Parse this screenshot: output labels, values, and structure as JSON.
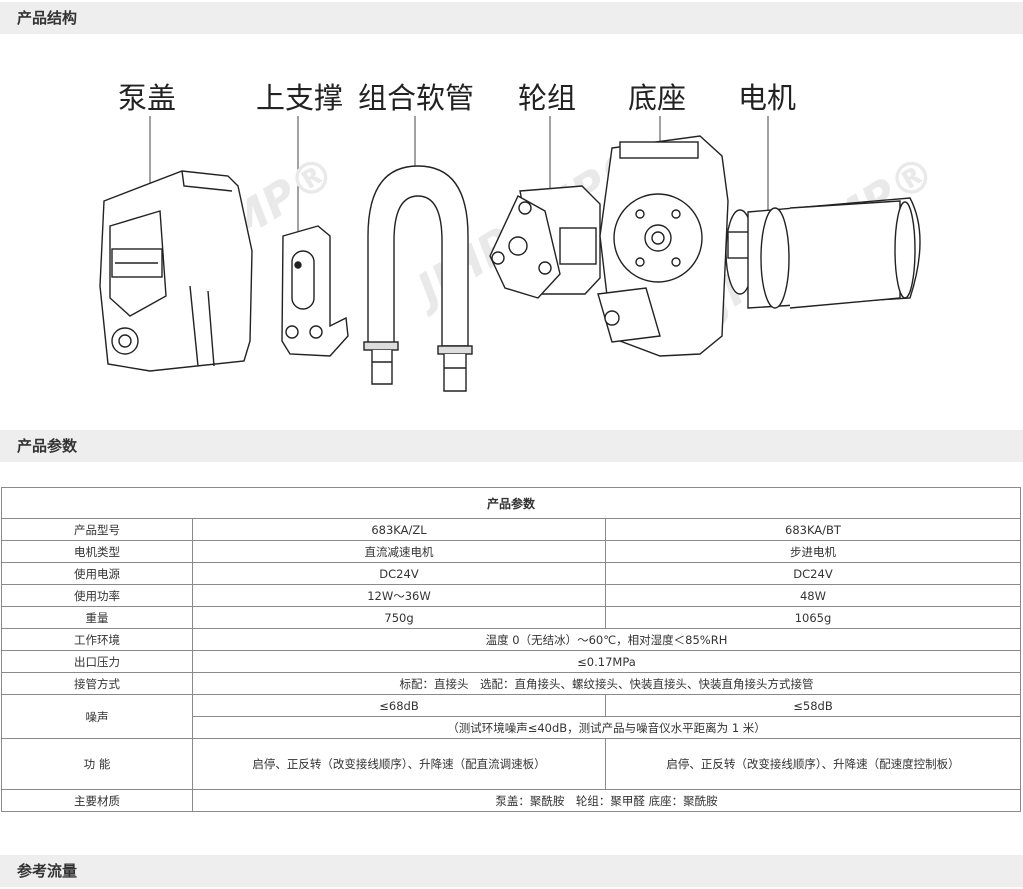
{
  "sections": {
    "structure_title": "产品结构",
    "params_title": "产品参数",
    "flow_title": "参考流量"
  },
  "parts": [
    "泵盖",
    "上支撑",
    "组合软管",
    "轮组",
    "底座",
    "电机"
  ],
  "watermark": "JIHPUMP®",
  "table": {
    "caption": "产品参数",
    "rows": {
      "model": {
        "label": "产品型号",
        "a": "683KA/ZL",
        "b": "683KA/BT"
      },
      "motor": {
        "label": "电机类型",
        "a": "直流减速电机",
        "b": "步进电机"
      },
      "power_supply": {
        "label": "使用电源",
        "a": "DC24V",
        "b": "DC24V"
      },
      "power": {
        "label": "使用功率",
        "a": "12W～36W",
        "b": "48W"
      },
      "weight": {
        "label": "重量",
        "a": "750g",
        "b": "1065g"
      },
      "environment": {
        "label": "工作环境",
        "value": "温度 0（无结冰）～60℃，相对湿度＜85%RH"
      },
      "pressure": {
        "label": "出口压力",
        "value": "≤0.17MPa"
      },
      "connection": {
        "label": "接管方式",
        "value": "标配：直接头　选配：直角接头、螺纹接头、快装直接头、快装直角接头方式接管"
      },
      "noise": {
        "label": "噪声",
        "a": "≤68dB",
        "b": "≤58dB",
        "note": "（测试环境噪声≤40dB，测试产品与噪音仪水平距离为 1 米）"
      },
      "function": {
        "label": "功 能",
        "a": "启停、正反转（改变接线顺序）、升降速（配直流调速板）",
        "b": "启停、正反转（改变接线顺序）、升降速（配速度控制板）"
      },
      "material": {
        "label": "主要材质",
        "value": "泵盖：聚酰胺　轮组：聚甲醛  底座：聚酰胺"
      }
    }
  }
}
